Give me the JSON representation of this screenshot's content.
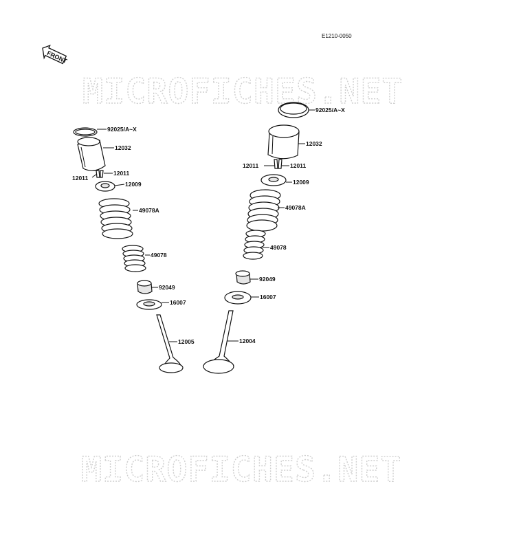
{
  "diagram_code": "E1210-0050",
  "front_arrow": {
    "text": "FRONT"
  },
  "watermarks": [
    "MICROFICHES.NET",
    "MICROFICHES.NET"
  ],
  "left_assembly": {
    "labels": [
      "92025/A~X",
      "12032",
      "12011",
      "12011",
      "12009",
      "49078A",
      "49078",
      "92049",
      "16007",
      "12005"
    ]
  },
  "right_assembly": {
    "labels": [
      "92025/A~X",
      "12032",
      "12011",
      "12011",
      "12009",
      "49078A",
      "49078",
      "92049",
      "16007",
      "12004"
    ]
  },
  "colors": {
    "line": "#111111",
    "watermark": "#cfcfcf",
    "background": "#ffffff"
  }
}
